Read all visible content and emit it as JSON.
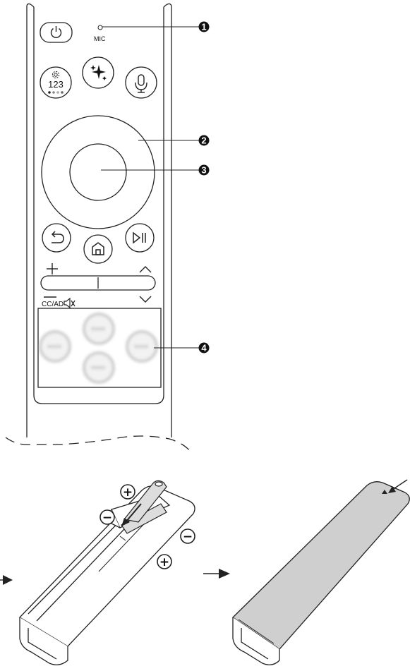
{
  "remote": {
    "mic_label": "MIC",
    "num_label": "123",
    "cc_label": "CC/AD",
    "plus_sign": "+",
    "volume_down_sign": "—",
    "power_icon": "power-icon",
    "ai_icon": "sparkles-icon",
    "mic_icon": "microphone-icon",
    "settings_icon": "gear-icon",
    "back_icon": "return-arrow-icon",
    "home_icon": "home-icon",
    "play_icon": "play-pause-icon",
    "mute_icon": "mute-icon"
  },
  "callouts": [
    "1",
    "2",
    "3",
    "4"
  ],
  "battery": {
    "plus": "+",
    "minus": "−"
  }
}
